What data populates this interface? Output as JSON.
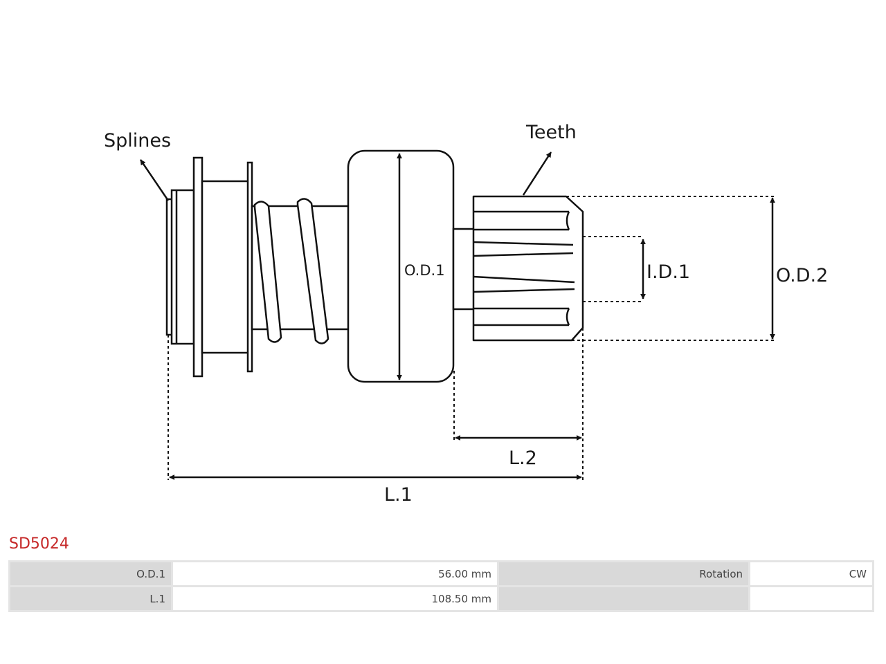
{
  "diagram": {
    "labels": {
      "splines": "Splines",
      "teeth": "Teeth",
      "od1": "O.D.1",
      "id1": "I.D.1",
      "od2": "O.D.2",
      "l2": "L.2",
      "l1": "L.1"
    }
  },
  "part_code": "SD5024",
  "specs": {
    "rows": [
      {
        "label1": "O.D.1",
        "value1": "56.00 mm",
        "label2": "Rotation",
        "value2": "CW"
      },
      {
        "label1": "L.1",
        "value1": "108.50 mm",
        "label2": "",
        "value2": ""
      }
    ]
  }
}
